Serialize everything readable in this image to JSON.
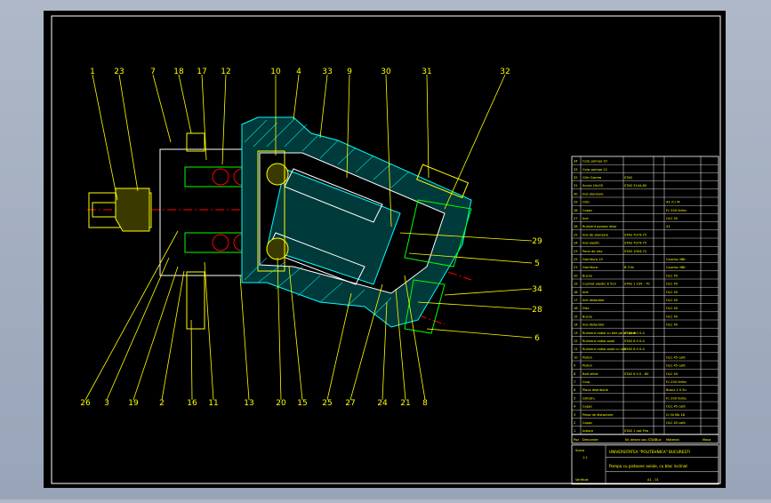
{
  "colors": {
    "frame_bg": "#000000",
    "outline": "#ffffff",
    "line": "#ffff00",
    "hatch": "#00ffff",
    "section": "#00ff00",
    "center": "#ff0000"
  },
  "callouts_top": [
    "1",
    "23",
    "7",
    "18",
    "17",
    "12",
    "10",
    "4",
    "33",
    "9",
    "30",
    "31",
    "32"
  ],
  "callouts_bottom": [
    "26",
    "3",
    "19",
    "2",
    "16",
    "11",
    "13",
    "20",
    "15",
    "25",
    "27",
    "24",
    "21",
    "8"
  ],
  "callouts_right": [
    "29",
    "5",
    "34",
    "28",
    "6"
  ],
  "parts_list": {
    "rows": [
      {
        "no": "34",
        "name": "Corp pompa 10"
      },
      {
        "no": "33",
        "name": "Corp pompa 12"
      },
      {
        "no": "32",
        "name": "Cilin Gorrea",
        "std": "STAS"
      },
      {
        "no": "31",
        "name": "Surub 10x35",
        "std": "STAS 5144-80"
      },
      {
        "no": "30",
        "name": "Inel etansare"
      },
      {
        "no": "29",
        "name": "Cilin",
        "mat": "43 rCr M"
      },
      {
        "no": "28",
        "name": "Capac",
        "mat": "Fc 200 ferita"
      },
      {
        "no": "27",
        "name": "Inel",
        "mat": "OLC 45"
      },
      {
        "no": "26",
        "name": "Rulment pompa rotor",
        "mat": "41"
      },
      {
        "no": "25",
        "name": "Inel de etansare",
        "std": "STAS 7074-75"
      },
      {
        "no": "24",
        "name": "Inel elastic",
        "std": "STAS 7074-75"
      },
      {
        "no": "23",
        "name": "Pana de disc",
        "std": "STAS 1004-72"
      },
      {
        "no": "22",
        "name": "Garnitura 10",
        "mat": "Cauciuc NBr"
      },
      {
        "no": "21",
        "name": "Garnitura",
        "std": "B 3 tb",
        "mat": "Cauciuc NBr"
      },
      {
        "no": "20",
        "name": "Bucsa",
        "mat": "OLC 45"
      },
      {
        "no": "19",
        "name": "Cuzinet elastic 8 5x3",
        "std": "STAS 1 199 - 70",
        "mat": "OLC 45"
      },
      {
        "no": "18",
        "name": "Inel",
        "mat": "OLC 45"
      },
      {
        "no": "17",
        "name": "Inel distantier",
        "mat": "OLC 45"
      },
      {
        "no": "16",
        "name": "Disc",
        "mat": "OLC 45"
      },
      {
        "no": "15",
        "name": "Bucsa",
        "mat": "OLC 45"
      },
      {
        "no": "14",
        "name": "Inel distantier",
        "mat": "OLC 45"
      },
      {
        "no": "13",
        "name": "Rulment radial cu bile pe un rand",
        "std": "STAS 6 0 0-4"
      },
      {
        "no": "12",
        "name": "Rulment radial-axial",
        "std": "STAS 6 0 0-4"
      },
      {
        "no": "11",
        "name": "Rulment radial-axial cu role",
        "std": "STAS 6 0 0-4"
      },
      {
        "no": "10",
        "name": "Piston",
        "mat": "OLC 45 calit"
      },
      {
        "no": "9",
        "name": "Piston",
        "mat": "OLC 45 calit"
      },
      {
        "no": "8",
        "name": "Bolt sferic",
        "std": "STAS 6 0 0 - 80",
        "mat": "OLC 45"
      },
      {
        "no": "7",
        "name": "Corp",
        "mat": "Fc 200 ferita"
      },
      {
        "no": "6",
        "name": "Placa distributie",
        "mat": "Bronz 2 0 Sn"
      },
      {
        "no": "5",
        "name": "Cilindru",
        "mat": "Fc 200 ferita"
      },
      {
        "no": "4",
        "name": "Capac",
        "mat": "OLC 45 calit"
      },
      {
        "no": "3",
        "name": "Piesa de distantare",
        "mat": "Cr Ni Mo 18"
      },
      {
        "no": "2",
        "name": "Capac",
        "mat": "OLC 45 calit"
      },
      {
        "no": "1",
        "name": "Arbore",
        "std": "STAS 1 rad Prw"
      }
    ],
    "header": {
      "no": "Poz",
      "name": "Denumire",
      "std": "Nr. desen sau STAS",
      "qty": "Buc",
      "mat": "Material",
      "mass": "Masa"
    },
    "title_block": {
      "university": "UNIVERSITATEA \"POLITEHNICA\" BUCURESTI",
      "title": "Pompa cu pistoane axiale, cu bloc inclinat",
      "scale_label": "Scara",
      "scale": "1:1",
      "sheet": "A1 - 01",
      "signature_label": "Verificat"
    }
  }
}
